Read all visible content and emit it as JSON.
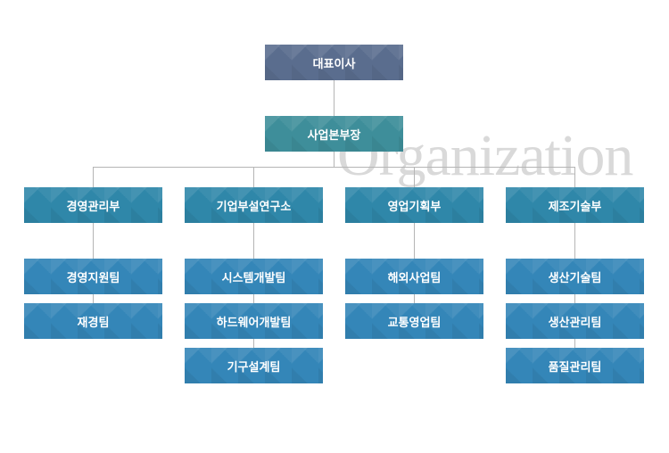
{
  "watermark": "Organization",
  "ceo": "대표이사",
  "hq": "사업본부장",
  "departments": [
    {
      "name": "경영관리부",
      "teams": [
        "경영지원팀",
        "재경팀"
      ]
    },
    {
      "name": "기업부설연구소",
      "teams": [
        "시스템개발팀",
        "하드웨어개발팀",
        "기구설계팀"
      ]
    },
    {
      "name": "영업기획부",
      "teams": [
        "해외사업팀",
        "교통영업팀"
      ]
    },
    {
      "name": "제조기술부",
      "teams": [
        "생산기술팀",
        "생산관리팀",
        "품질관리팀"
      ]
    }
  ],
  "colors": {
    "ceo": "#5a6d8e",
    "hq": "#3e8e9a",
    "department": "#2f87a9",
    "team": "#3486b8",
    "connector": "#b5b5b5",
    "watermark": "#d9d9d9"
  }
}
